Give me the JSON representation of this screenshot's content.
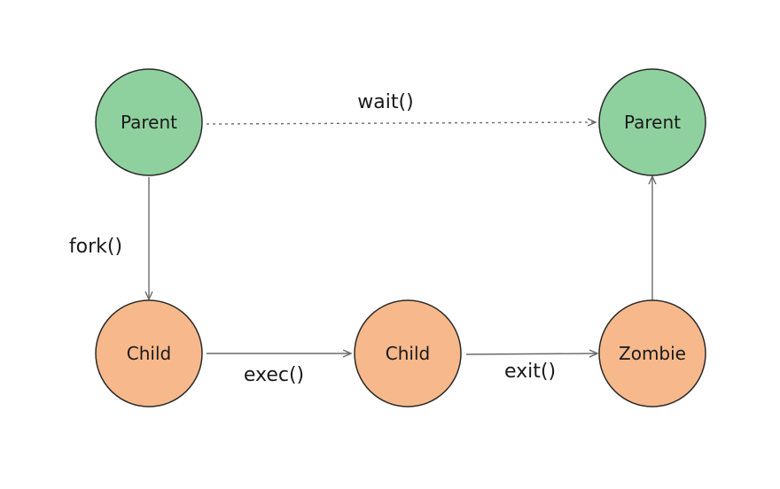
{
  "colors": {
    "parent_fill": "#8fd19e",
    "child_fill": "#f7b98b",
    "edge": "#6b6b6b",
    "text": "#1a1a1a"
  },
  "nodes": {
    "parent_start": "Parent",
    "parent_end": "Parent",
    "child_forked": "Child",
    "child_exec": "Child",
    "zombie": "Zombie"
  },
  "edges": {
    "wait": "wait()",
    "fork": "fork()",
    "exec": "exec()",
    "exit": "exit()"
  }
}
